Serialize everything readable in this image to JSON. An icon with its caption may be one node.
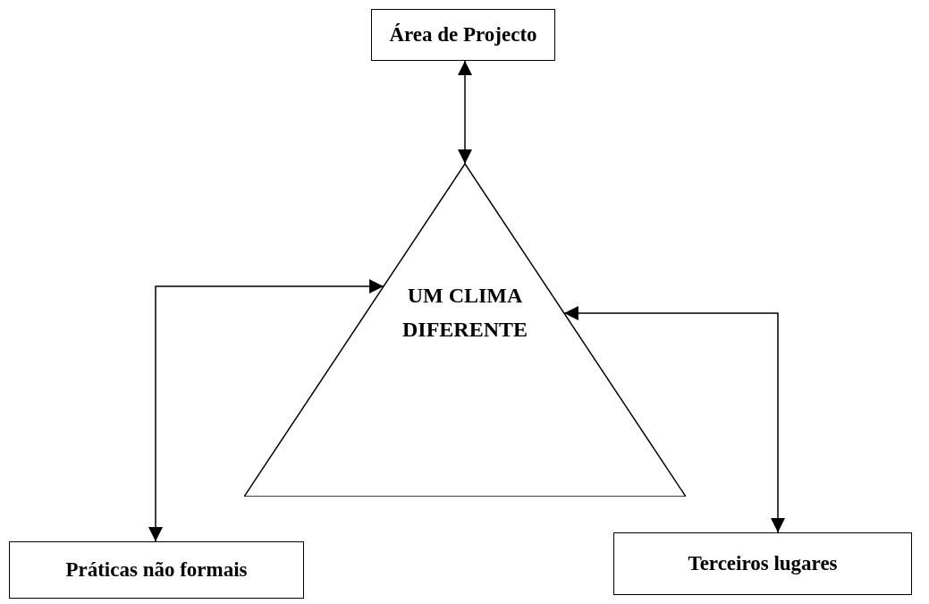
{
  "diagram": {
    "nodes": [
      {
        "text": [
          "Área de Projecto"
        ]
      },
      {
        "text": [
          "UM CLIMA DIFERENTE"
        ]
      },
      {
        "text": [
          "Práticas não formais"
        ]
      },
      {
        "text": [
          "Terceiros lugares"
        ]
      }
    ],
    "edges": [
      {
        "from": 0,
        "to": 1,
        "arrow": "both"
      },
      {
        "from": 1,
        "to": 2,
        "arrow": "both"
      },
      {
        "from": 1,
        "to": 3,
        "arrow": "both"
      }
    ]
  }
}
